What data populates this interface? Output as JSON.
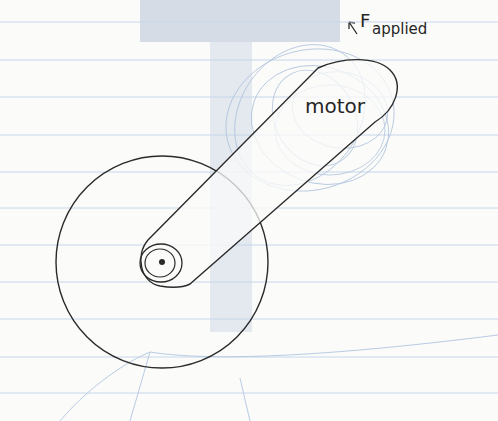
{
  "diagram": {
    "nodes": [
      {
        "text": [
          "motor"
        ]
      }
    ],
    "labels": [
      "F",
      "applied"
    ]
  }
}
